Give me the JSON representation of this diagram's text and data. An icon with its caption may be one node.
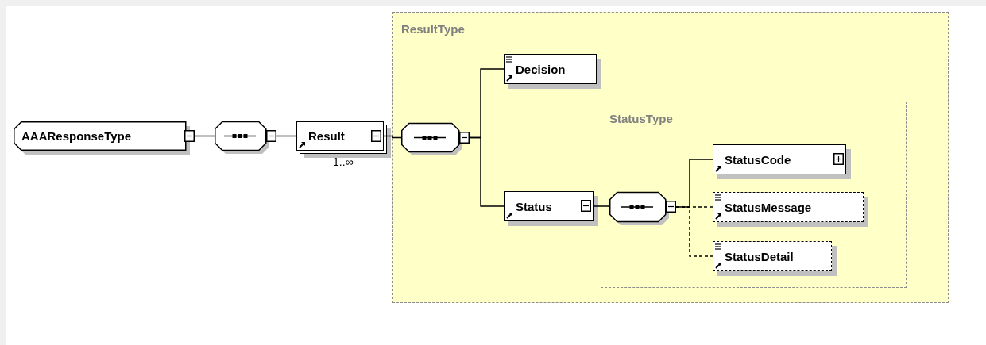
{
  "diagram": {
    "nodes": [
      {
        "text": [
          "AAAResponseType"
        ]
      },
      {
        "text": [],
        "shape": "octagon"
      },
      {
        "text": [
          "Result"
        ],
        "beside": [
          "1..∞"
        ]
      },
      {
        "text": [
          "ResultType"
        ]
      },
      {
        "text": [],
        "shape": "octagon",
        "in": 3
      },
      {
        "text": [
          "Decision"
        ],
        "in": 3
      },
      {
        "text": [
          "StatusType"
        ],
        "in": 3
      },
      {
        "text": [
          "Status"
        ],
        "in": 3
      },
      {
        "text": [],
        "shape": "octagon",
        "in": 6
      },
      {
        "text": [
          "StatusCode"
        ],
        "in": 6
      },
      {
        "text": [
          "StatusMessage"
        ],
        "in": 6
      },
      {
        "text": [
          "StatusDetail"
        ],
        "in": 6
      }
    ],
    "edges": [
      {
        "from": 0,
        "to": 1,
        "arrow": "none"
      },
      {
        "from": 1,
        "to": 2,
        "arrow": "none"
      },
      {
        "from": 2,
        "to": 4,
        "arrow": "none"
      },
      {
        "from": 4,
        "to": 5,
        "arrow": "none"
      },
      {
        "from": 4,
        "to": 7,
        "arrow": "none"
      },
      {
        "from": 7,
        "to": 8,
        "arrow": "none"
      },
      {
        "from": 8,
        "to": 9,
        "arrow": "none"
      },
      {
        "from": 8,
        "to": 10,
        "arrow": "none",
        "style": "dashed"
      },
      {
        "from": 8,
        "to": 11,
        "arrow": "none",
        "style": "dashed"
      }
    ]
  }
}
